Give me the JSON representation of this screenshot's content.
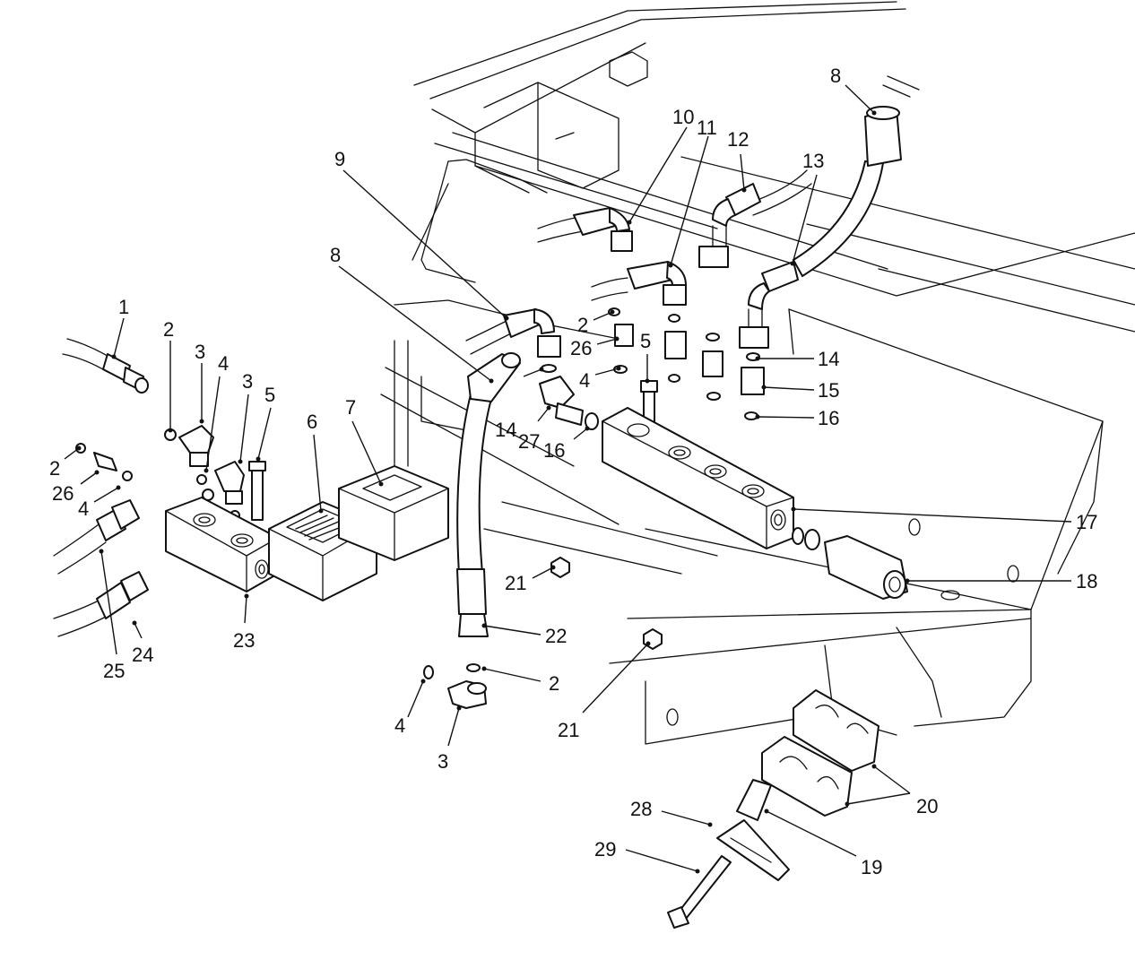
{
  "diagram": {
    "callouts": [
      {
        "label": "1"
      },
      {
        "label": "2"
      },
      {
        "label": "3"
      },
      {
        "label": "4"
      },
      {
        "label": "3"
      },
      {
        "label": "5"
      },
      {
        "label": "6"
      },
      {
        "label": "7"
      },
      {
        "label": "8"
      },
      {
        "label": "9"
      },
      {
        "label": "10"
      },
      {
        "label": "11"
      },
      {
        "label": "12"
      },
      {
        "label": "13"
      },
      {
        "label": "8"
      },
      {
        "label": "2"
      },
      {
        "label": "26"
      },
      {
        "label": "4"
      },
      {
        "label": "5"
      },
      {
        "label": "14"
      },
      {
        "label": "27"
      },
      {
        "label": "16"
      },
      {
        "label": "14"
      },
      {
        "label": "15"
      },
      {
        "label": "16"
      },
      {
        "label": "17"
      },
      {
        "label": "18"
      },
      {
        "label": "2"
      },
      {
        "label": "26"
      },
      {
        "label": "4"
      },
      {
        "label": "25"
      },
      {
        "label": "24"
      },
      {
        "label": "23"
      },
      {
        "label": "21"
      },
      {
        "label": "22"
      },
      {
        "label": "2"
      },
      {
        "label": "4"
      },
      {
        "label": "3"
      },
      {
        "label": "21"
      },
      {
        "label": "20"
      },
      {
        "label": "28"
      },
      {
        "label": "19"
      },
      {
        "label": "29"
      }
    ]
  }
}
